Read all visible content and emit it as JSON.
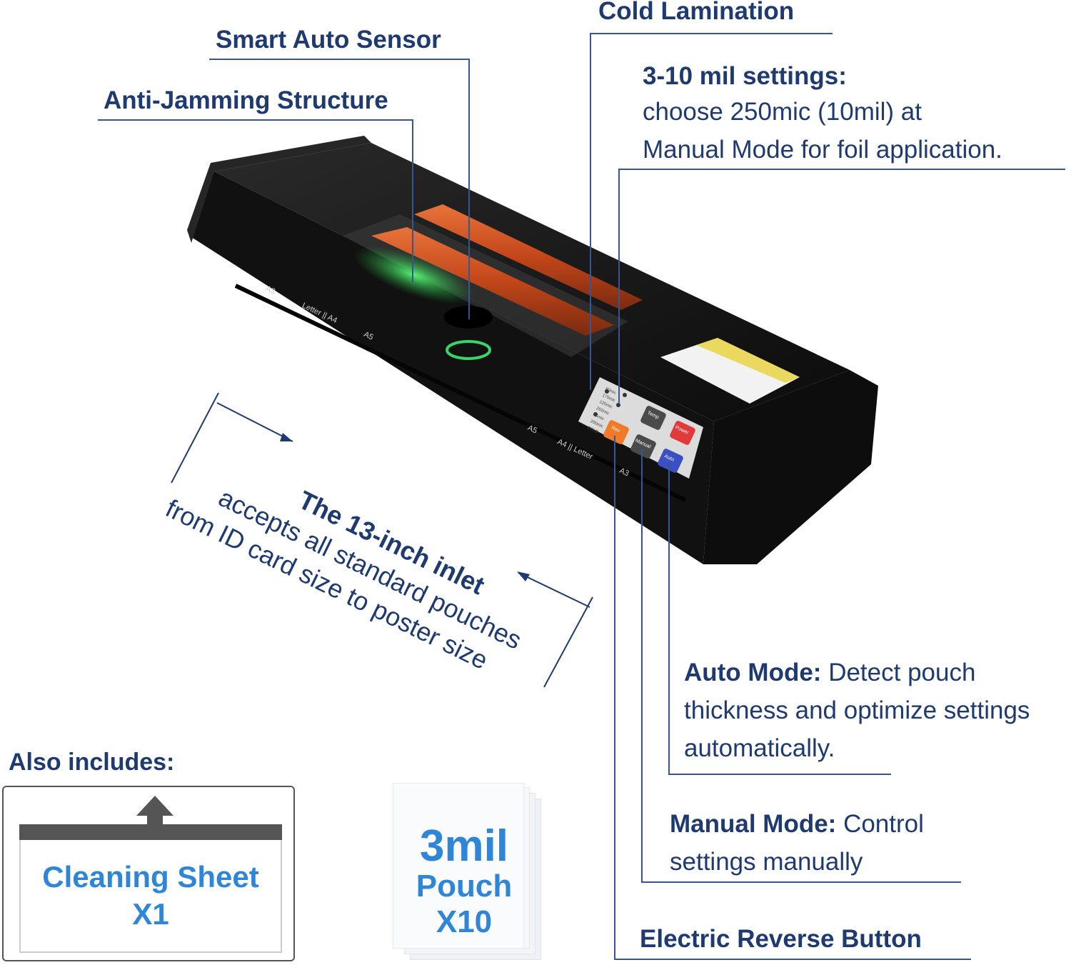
{
  "callouts": {
    "smart_sensor": "Smart Auto Sensor",
    "anti_jamming": "Anti-Jamming Structure",
    "cold_lamination": "Cold Lamination",
    "mil_settings_title": "3-10 mil settings:",
    "mil_settings_line1": "choose 250mic (10mil) at",
    "mil_settings_line2": "Manual Mode for foil application.",
    "auto_mode_title": "Auto Mode:",
    "auto_mode_text1": "Detect pouch",
    "auto_mode_text2": "thickness and optimize settings",
    "auto_mode_text3": "automatically.",
    "manual_mode_title": "Manual Mode:",
    "manual_mode_text1": "Control",
    "manual_mode_text2": "settings manually",
    "reverse_button": "Electric Reverse Button"
  },
  "inlet": {
    "line1": "The 13-inch inlet",
    "line2": "accepts all standard pouches",
    "line3": "from ID card size to poster size"
  },
  "includes": {
    "title": "Also includes:",
    "cleaning_line1": "Cleaning Sheet",
    "cleaning_line2": "X1",
    "pouch_line1": "3mil",
    "pouch_line2": "Pouch",
    "pouch_line3": "X10"
  },
  "device": {
    "size_marks_left": [
      "A3",
      "Letter || A4",
      "A5"
    ],
    "size_marks_right": [
      "A5",
      "A4 || Letter",
      "A3"
    ],
    "panel_indicators": [
      "80mic",
      "175mic",
      "125mic",
      "250mic",
      "75mic",
      "200mic",
      "COLD"
    ],
    "buttons": {
      "temp": "Temp",
      "power": "Power",
      "rev": "Rev",
      "manual": "Manual",
      "auto": "Auto"
    },
    "colors": {
      "body": "#141414",
      "roller": "#d2521e",
      "sensor_glow": "#32e05a",
      "power_button": "#e03a3a",
      "rev_button": "#f07a2a",
      "auto_button": "#3a4fc0"
    }
  },
  "colors": {
    "heading": "#1f3a70",
    "accent_blue": "#2f86d6"
  }
}
